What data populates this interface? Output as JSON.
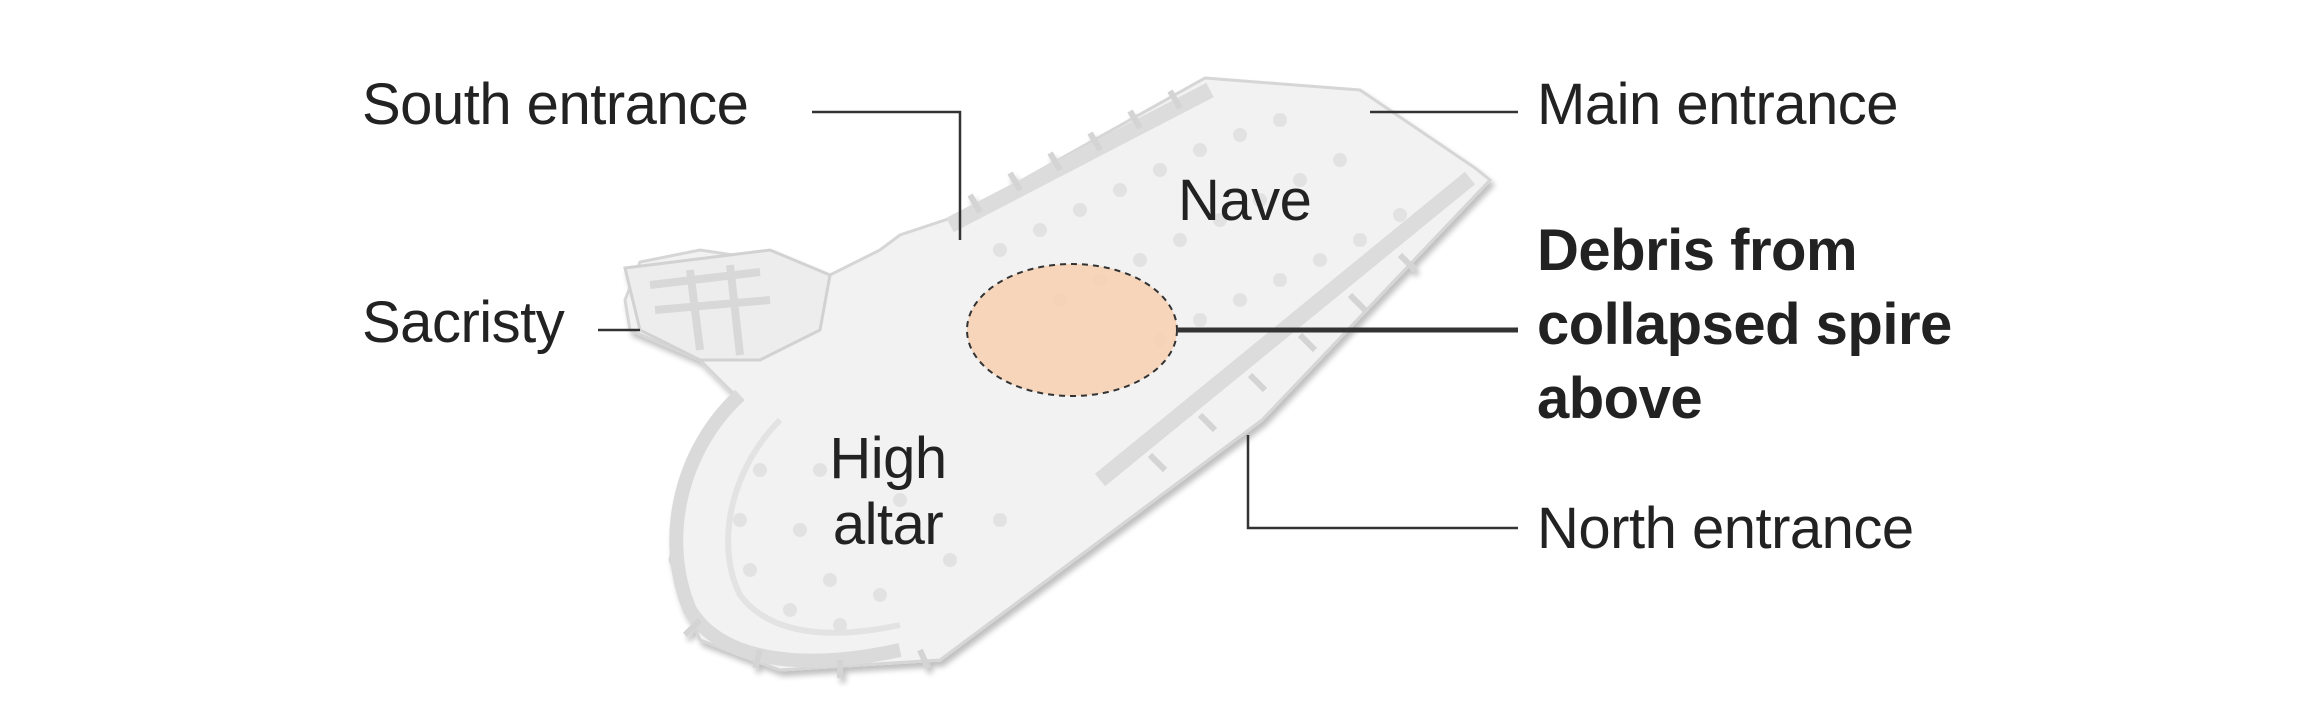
{
  "labels": {
    "south_entrance": "South entrance",
    "main_entrance": "Main entrance",
    "nave": "Nave",
    "sacristy": "Sacristy",
    "debris": "Debris from collapsed spire above",
    "high_altar": "High altar",
    "north_entrance": "North entrance"
  },
  "colors": {
    "text": "#222222",
    "leader_line": "#333333",
    "highlight_fill": "#f6d2b4",
    "floor_plan": "#f0f0f0"
  }
}
